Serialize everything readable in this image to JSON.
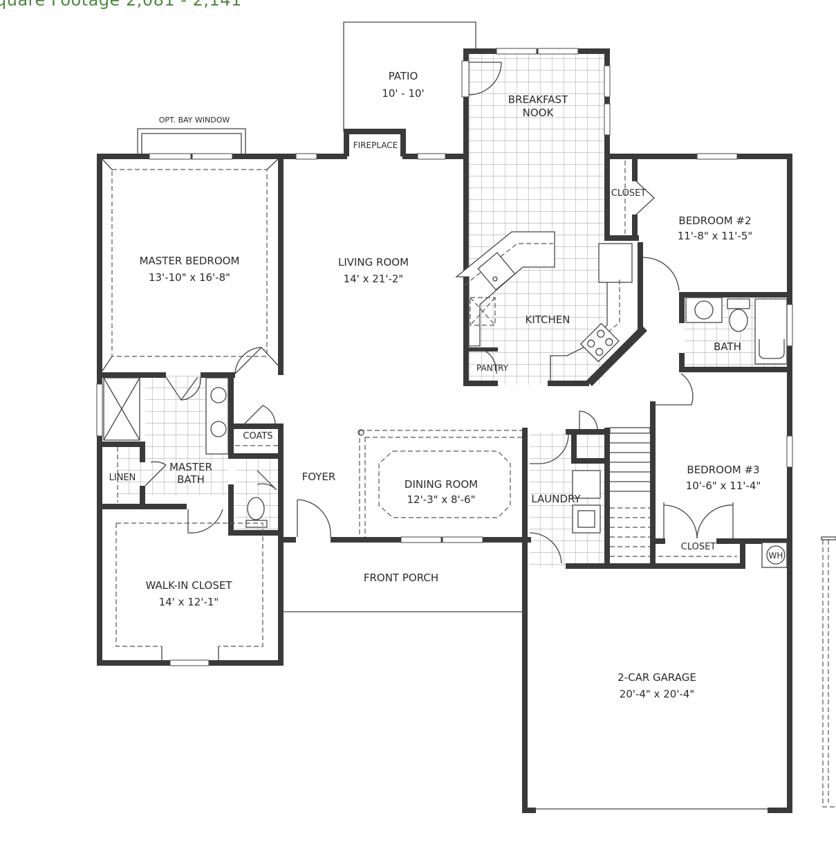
{
  "header": {
    "square_footage": "quare Footage 2,081 - 2,141"
  },
  "plan": {
    "wall_color": "#3a3a3a",
    "header_color": "#4e8a3e",
    "rooms": {
      "patio": {
        "name": "PATIO",
        "size": "10' - 10'"
      },
      "breakfast_nook": {
        "name_line1": "BREAKFAST",
        "name_line2": "NOOK"
      },
      "opt_bay_window": {
        "name": "OPT. BAY WINDOW"
      },
      "fireplace": {
        "name": "FIREPLACE"
      },
      "master_bedroom": {
        "name": "MASTER BEDROOM",
        "size": "13'-10\" x 16'-8\""
      },
      "living_room": {
        "name": "LIVING ROOM",
        "size": "14' x 21'-2\""
      },
      "kitchen": {
        "name": "KITCHEN"
      },
      "pantry": {
        "name": "PANTRY"
      },
      "closet_bed2": {
        "name": "CLOSET"
      },
      "bedroom_2": {
        "name": "BEDROOM #2",
        "size": "11'-8\" x 11'-5\""
      },
      "bath": {
        "name": "BATH"
      },
      "coats": {
        "name": "COATS"
      },
      "linen": {
        "name": "LINEN"
      },
      "master_bath": {
        "name_line1": "MASTER",
        "name_line2": "BATH"
      },
      "foyer": {
        "name": "FOYER"
      },
      "dining_room": {
        "name": "DINING ROOM",
        "size": "12'-3\" x 8'-6\""
      },
      "laundry": {
        "name": "LAUNDRY"
      },
      "bedroom_3": {
        "name": "BEDROOM #3",
        "size": "10'-6\" x 11'-4\""
      },
      "closet_bed3": {
        "name": "CLOSET"
      },
      "water_heater": {
        "name": "WH"
      },
      "walk_in_closet": {
        "name": "WALK-IN CLOSET",
        "size": "14' x 12'-1\""
      },
      "front_porch": {
        "name": "FRONT PORCH"
      },
      "garage": {
        "name": "2-CAR GARAGE",
        "size": "20'-4\" x 20'-4\""
      }
    }
  }
}
